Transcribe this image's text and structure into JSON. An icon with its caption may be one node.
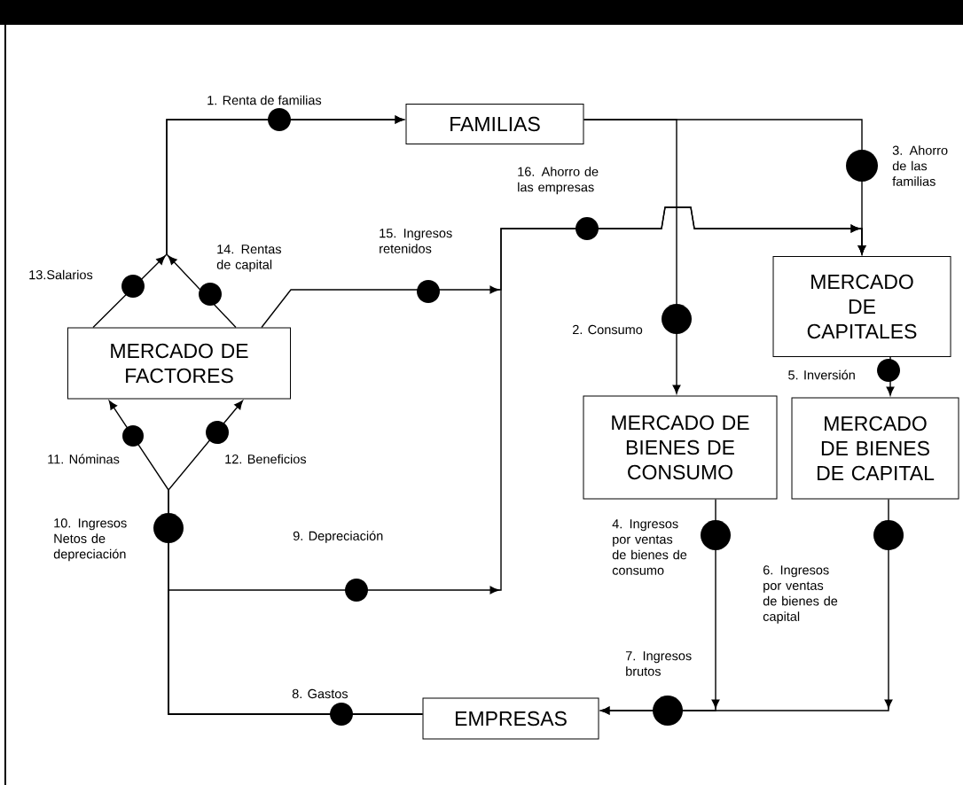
{
  "diagram": {
    "nodes": [
      {
        "text": [
          "FAMILIAS"
        ]
      },
      {
        "text": [
          "MERCADO DE FACTORES"
        ]
      },
      {
        "text": [
          "MERCADO DE CAPITALES"
        ]
      },
      {
        "text": [
          "MERCADO DE BIENES DE CONSUMO"
        ]
      },
      {
        "text": [
          "MERCADO DE BIENES DE CAPITAL"
        ]
      },
      {
        "text": [
          "EMPRESAS"
        ]
      }
    ],
    "edges": [
      {
        "from": 0,
        "to": 3,
        "arrow": "to",
        "label": "2. Consumo"
      },
      {
        "from": 0,
        "to": 2,
        "arrow": "to",
        "label": "3. Ahorro de las familias"
      },
      {
        "from": 3,
        "to": 5,
        "arrow": "to",
        "label": "4. Ingresos por ventas de bienes de consumo"
      },
      {
        "from": 2,
        "to": 4,
        "arrow": "to",
        "label": "5. Inversión"
      },
      {
        "from": 4,
        "to": 5,
        "arrow": "to",
        "label": "6. Ingresos por ventas de bienes de capital"
      },
      {
        "from": 5,
        "to": 2,
        "arrow": "to",
        "label": "9. Depreciación"
      },
      {
        "from": 5,
        "to": 1,
        "arrow": "to",
        "label": "11. Nóminas"
      },
      {
        "from": 5,
        "to": 1,
        "arrow": "to",
        "label": "12. Beneficios"
      },
      {
        "from": 1,
        "to": 0,
        "arrow": "to",
        "label": "13.Salarios"
      },
      {
        "from": 1,
        "to": 0,
        "arrow": "to",
        "label": "14. Rentas de capital"
      },
      {
        "from": 1,
        "to": 2,
        "arrow": "to",
        "label": "15. Ingresos retenidos"
      }
    ],
    "labels": [
      "1. Renta de familias",
      "16. Ahorro de las empresas",
      "7. Ingresos brutos",
      "10. Ingresos Netos de depreciación",
      "8. Gastos"
    ]
  }
}
